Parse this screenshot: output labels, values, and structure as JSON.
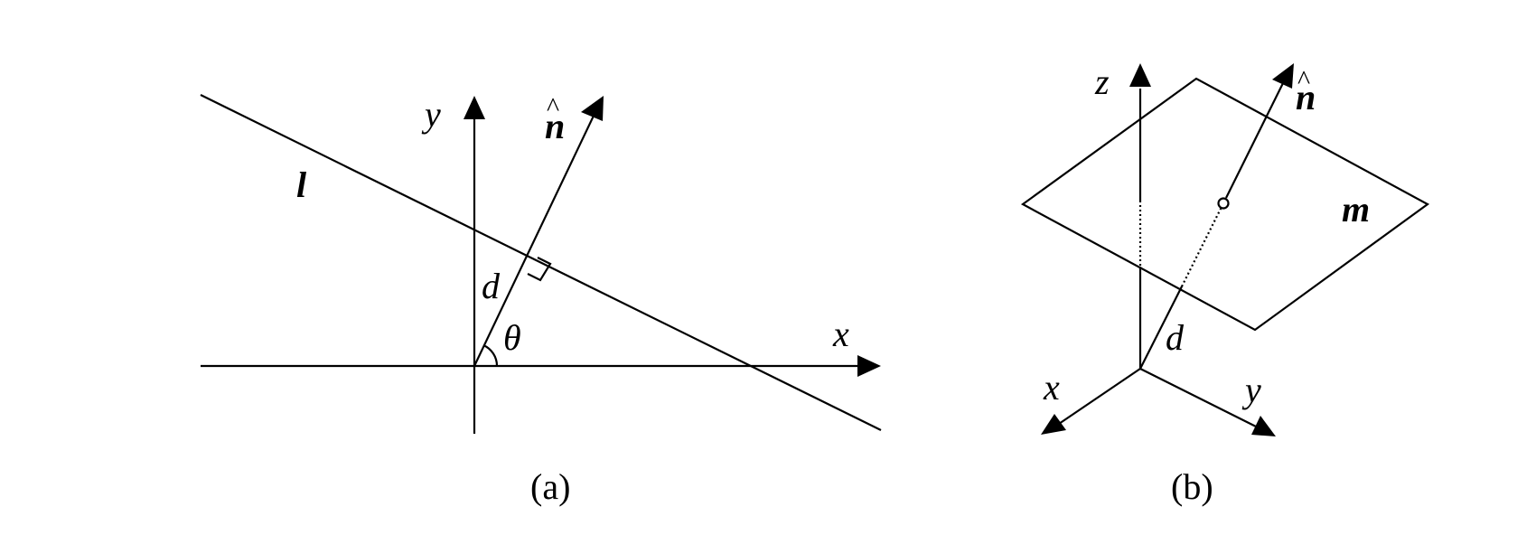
{
  "panel_a": {
    "caption": "(a)",
    "labels": {
      "y_axis": "y",
      "x_axis": "x",
      "normal": "n",
      "normal_hat": "^",
      "line": "l",
      "distance": "d",
      "angle": "θ"
    }
  },
  "panel_b": {
    "caption": "(b)",
    "labels": {
      "z_axis": "z",
      "x_axis": "x",
      "y_axis": "y",
      "normal": "n",
      "normal_hat": "^",
      "plane": "m",
      "distance": "d"
    }
  }
}
